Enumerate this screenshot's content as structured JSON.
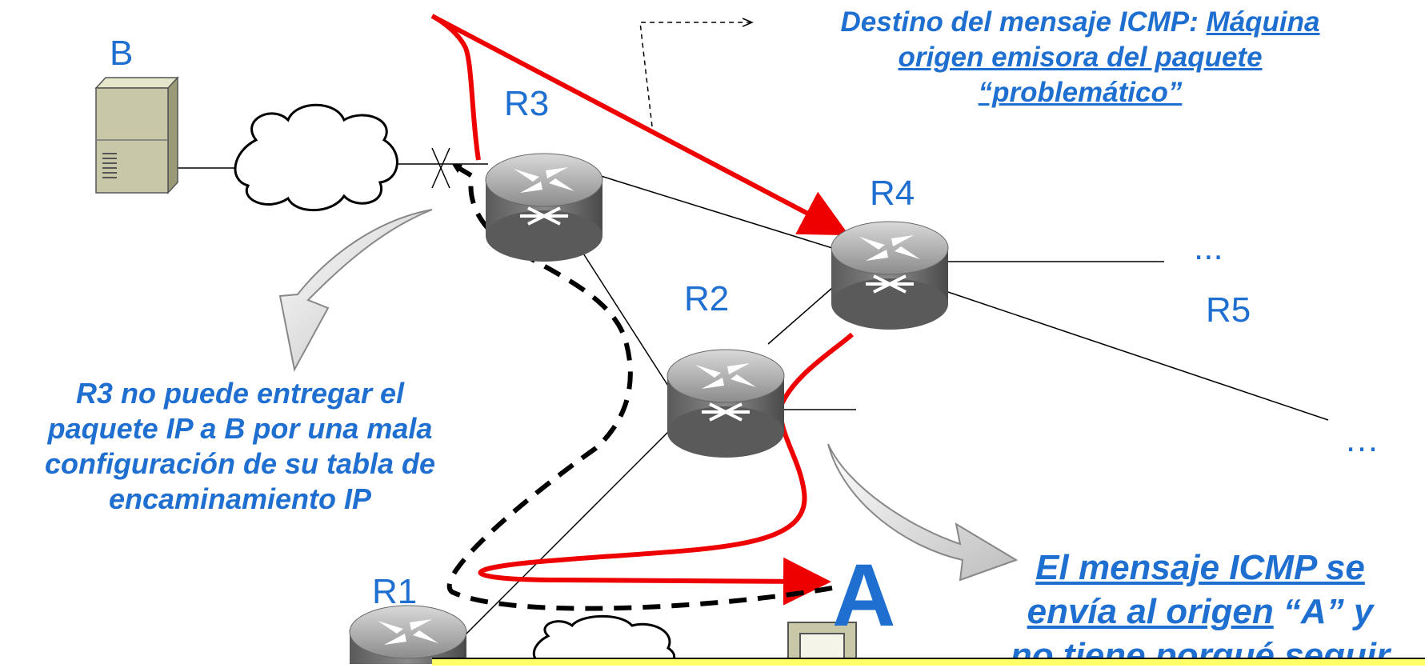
{
  "labels": {
    "B": "B",
    "R3": "R3",
    "R4": "R4",
    "R2": "R2",
    "R5": "R5",
    "R1": "R1",
    "A": "A",
    "ellipsis_r4": "...",
    "ellipsis_far": "…"
  },
  "notes": {
    "destino_line1_plain": "Destino del mensaje ICMP:  ",
    "destino_line1_u": "Máquina",
    "destino_line2": "origen emisora del paquete",
    "destino_line3": "“problemático”",
    "r3_line1": "R3 no puede entregar el",
    "r3_line2": "paquete IP  a B por una mala",
    "r3_line3": "configuración de su tabla de",
    "r3_line4": "encaminamiento IP",
    "icmp_line1": "El mensaje ICMP se",
    "icmp_line2_u": "envía al origen",
    "icmp_line2_plain": " “A” y",
    "icmp_line3": "no tiene porqué seguir"
  },
  "colors": {
    "blue_text": "#1f6fd1",
    "red_path": "#ee0000",
    "dashed_path": "#000000",
    "router_body": "#7a7a7a",
    "server_body": "#c8c8a8",
    "banner": "#ffff66"
  }
}
